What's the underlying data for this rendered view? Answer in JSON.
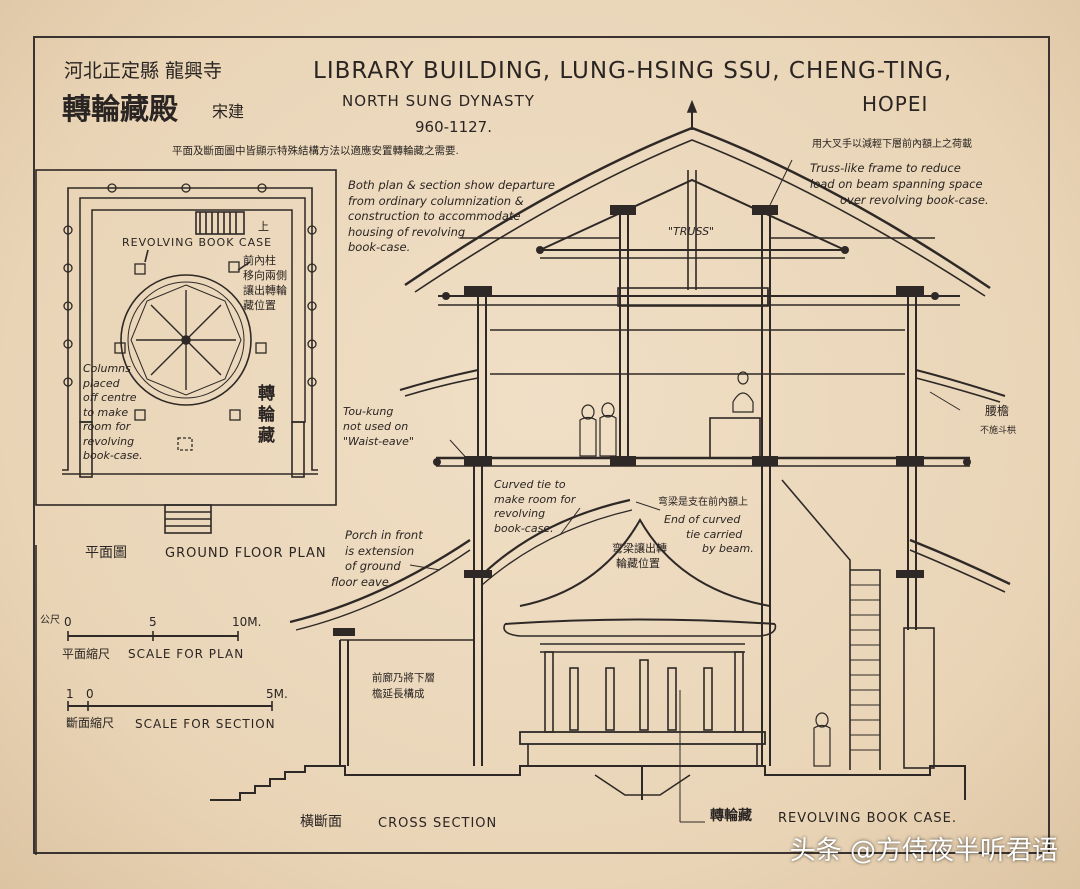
{
  "title": {
    "main": "LIBRARY BUILDING, LUNG-HSING SSU, CHENG-TING,",
    "dynasty": "NORTH SUNG DYNASTY",
    "dates": "960-1127.",
    "province": "HOPEI",
    "cn_location": "河北正定縣 龍興寺",
    "cn_building": "轉輪藏殿",
    "cn_period": "宋建",
    "cn_caption": "平面及斷面圖中皆顯示特殊結構方法以適應安置轉輪藏之需要."
  },
  "plan": {
    "revolving_label": "REVOLVING BOOK CASE",
    "top_mark": "上",
    "cn_note1": "前內柱",
    "cn_note2": "移向兩側",
    "cn_note3": "讓出轉輪",
    "cn_note4": "藏位置",
    "columns_note": [
      "Columns",
      "placed",
      "off centre",
      "to make",
      "room for",
      "revolving",
      "book-case."
    ],
    "cn_vertical": "轉輪藏",
    "cn_plan_title": "平面圖",
    "plan_title": "GROUND FLOOR PLAN"
  },
  "scales": {
    "plan_ticks": [
      "0",
      "5",
      "10M."
    ],
    "plan_prefix": "公尺",
    "plan_label_cn": "平面縮尺",
    "plan_label": "SCALE FOR PLAN",
    "section_ticks": [
      "1",
      "0",
      "5M."
    ],
    "section_label_cn": "斷面縮尺",
    "section_label": "SCALE FOR SECTION"
  },
  "notes": {
    "departure": [
      "Both plan & section show departure",
      "from ordinary columnization &",
      "construction to accommodate",
      "housing of revolving",
      "book-case."
    ],
    "truss_cn": "用大叉手以減輕下層前內額上之荷載",
    "truss_note": [
      "Truss-like frame to reduce",
      "load on beam spanning space",
      "over revolving book-case."
    ],
    "truss_label": "\"TRUSS\"",
    "toukung": [
      "Tou-kung",
      "not used on",
      "\"Waist-eave\""
    ],
    "waist_cn": "腰檐",
    "waist_cn2": "不施斗栱",
    "curved_tie": [
      "Curved tie to",
      "make room for",
      "revolving",
      "book-case."
    ],
    "end_cn": "弯梁是支在前內額上",
    "end_note": [
      "End of curved",
      "tie carried",
      "by beam."
    ],
    "bend_cn": [
      "弯梁讓出轉",
      "輪藏位置"
    ],
    "porch": [
      "Porch in front",
      "is extension",
      "of ground",
      "floor eave."
    ],
    "porch_cn": [
      "前廊乃將下層",
      "檐延長構成"
    ],
    "section_cn": "橫斷面",
    "section_title": "CROSS SECTION",
    "case_cn": "轉輪藏",
    "case_title": "REVOLVING BOOK CASE."
  },
  "watermark": "头条 @方侍夜半听君语"
}
